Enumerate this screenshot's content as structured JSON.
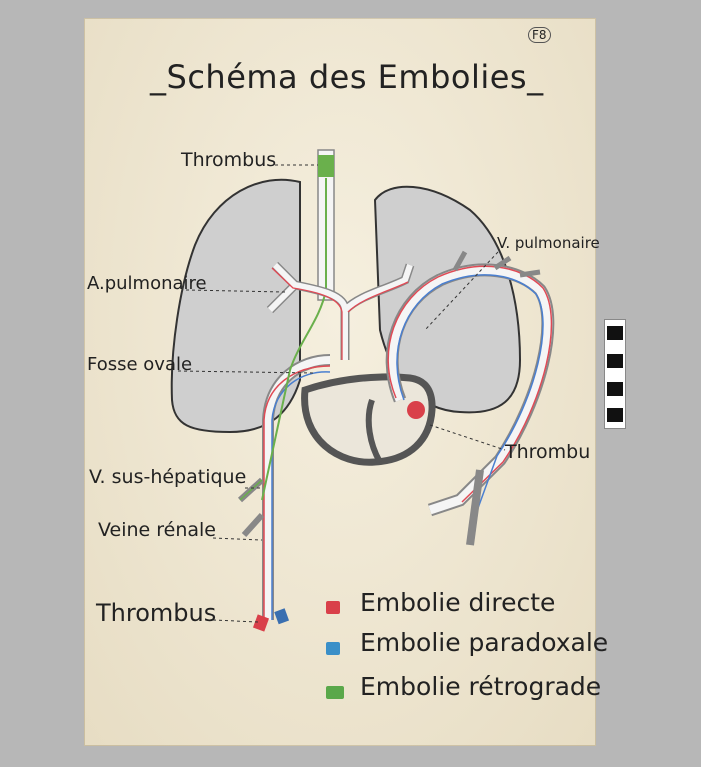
{
  "title": "_Schéma des Embolies_",
  "corner_tag": "F8",
  "labels": {
    "thrombus_top": "Thrombus",
    "a_pulmonaire": "A.pulmonaire",
    "fosse_ovale": "Fosse ovale",
    "v_sus_hepatique": "V. sus-hépatique",
    "veine_renale": "Veine rénale",
    "thrombus_bottom": "Thrombus",
    "v_pulmonaire": "V. pulmonaire",
    "thrombus_right": "Thrombu"
  },
  "legend": [
    {
      "label": "Embolie directe",
      "color": "#d9404a"
    },
    {
      "label": "Embolie paradoxale",
      "color": "#3a8fc8"
    },
    {
      "label": "Embolie rétrograde",
      "color": "#5aa84a"
    }
  ],
  "colors": {
    "lung": "#cfcfcf",
    "vessel_red": "#e04a55",
    "vessel_blue": "#4a7fd0",
    "vessel_green": "#6ab04c"
  }
}
